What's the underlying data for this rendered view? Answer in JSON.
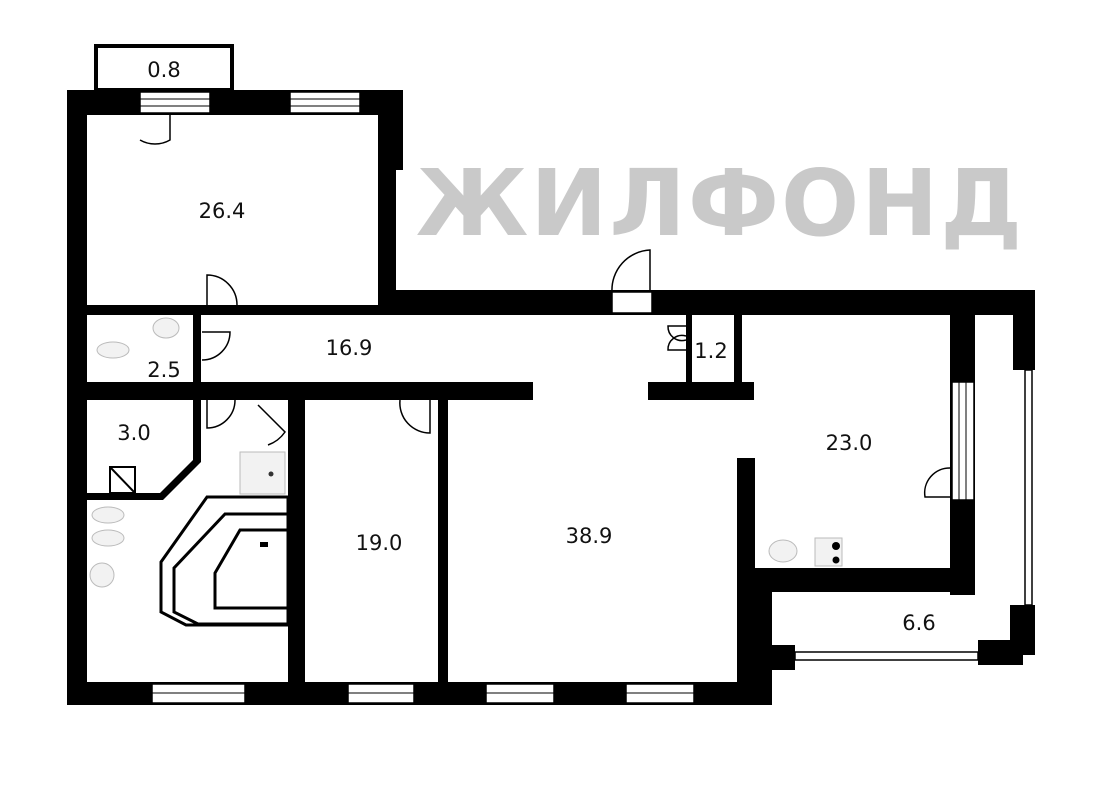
{
  "watermark": "ЖИЛФОНД",
  "rooms": [
    {
      "id": "balcony-top",
      "area": "0.8"
    },
    {
      "id": "room-top-left",
      "area": "26.4"
    },
    {
      "id": "corridor",
      "area": "16.9"
    },
    {
      "id": "toilet",
      "area": "2.5"
    },
    {
      "id": "closet",
      "area": "1.2"
    },
    {
      "id": "storage",
      "area": "3.0"
    },
    {
      "id": "bedroom",
      "area": "19.0"
    },
    {
      "id": "living-room",
      "area": "38.9"
    },
    {
      "id": "kitchen",
      "area": "23.0"
    },
    {
      "id": "loggia",
      "area": "6.6"
    }
  ]
}
